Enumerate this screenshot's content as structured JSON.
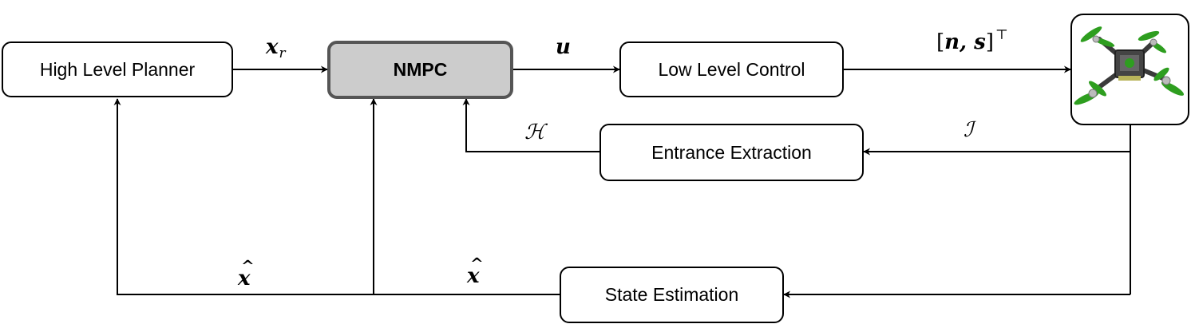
{
  "blocks": {
    "planner": "High Level Planner",
    "nmpc": "NMPC",
    "low_level": "Low Level Control",
    "entrance": "Entrance Extraction",
    "state": "State Estimation"
  },
  "signals": {
    "xr_main": "x",
    "xr_sub": "r",
    "u": "u",
    "ns_open": "[",
    "ns_body": "n, s",
    "ns_close": "]",
    "ns_sup": "⊤",
    "H": "ℋ",
    "I": "ℐ",
    "xhat_left": "x",
    "xhat_right": "x",
    "hat": "^"
  },
  "colors": {
    "nmpc_fill": "#cccccc",
    "nmpc_border": "#555555",
    "drone_propeller": "#2e9e1f",
    "drone_frame": "#3a3a3a"
  }
}
